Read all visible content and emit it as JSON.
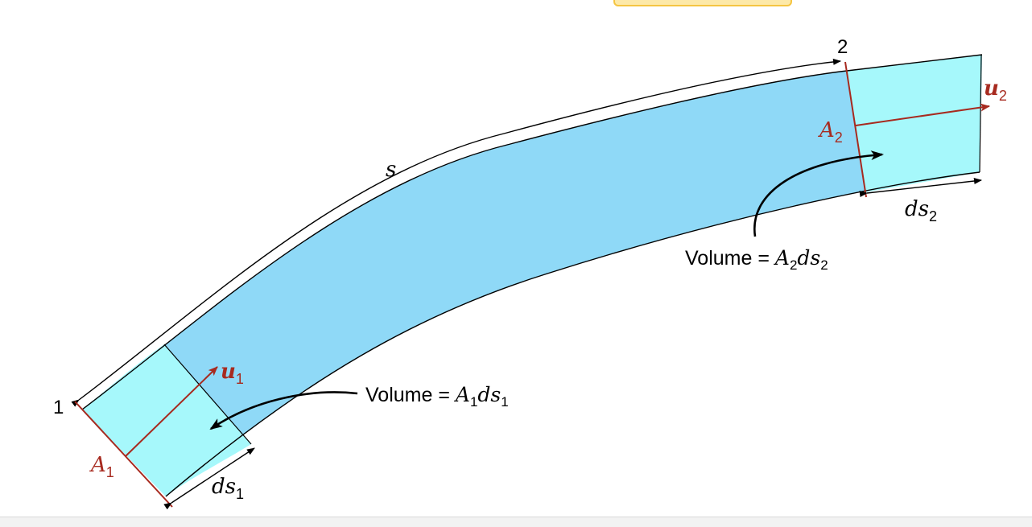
{
  "labels": {
    "section_1": "1",
    "section_2": "2",
    "path_length": "s",
    "area_1_base": "A",
    "area_1_sub": "1",
    "area_2_base": "A",
    "area_2_sub": "2",
    "velocity_1_base": "u",
    "velocity_1_sub": "1",
    "velocity_2_base": "u",
    "velocity_2_sub": "2",
    "ds_1_base": "ds",
    "ds_1_sub": "1",
    "ds_2_base": "ds",
    "ds_2_sub": "2",
    "volume_1_prefix": "Volume = ",
    "volume_1_a": "A",
    "volume_1_a_sub": "1",
    "volume_1_ds": "ds",
    "volume_1_ds_sub": "1",
    "volume_2_prefix": "Volume = ",
    "volume_2_a": "A",
    "volume_2_a_sub": "2",
    "volume_2_ds": "ds",
    "volume_2_ds_sub": "2"
  },
  "colors": {
    "pipe_main": "#8fd9f7",
    "pipe_end_segment": "#a6f8fb",
    "outline": "#000000",
    "cross_section": "#a72a1f",
    "label_dark": "#000000"
  }
}
